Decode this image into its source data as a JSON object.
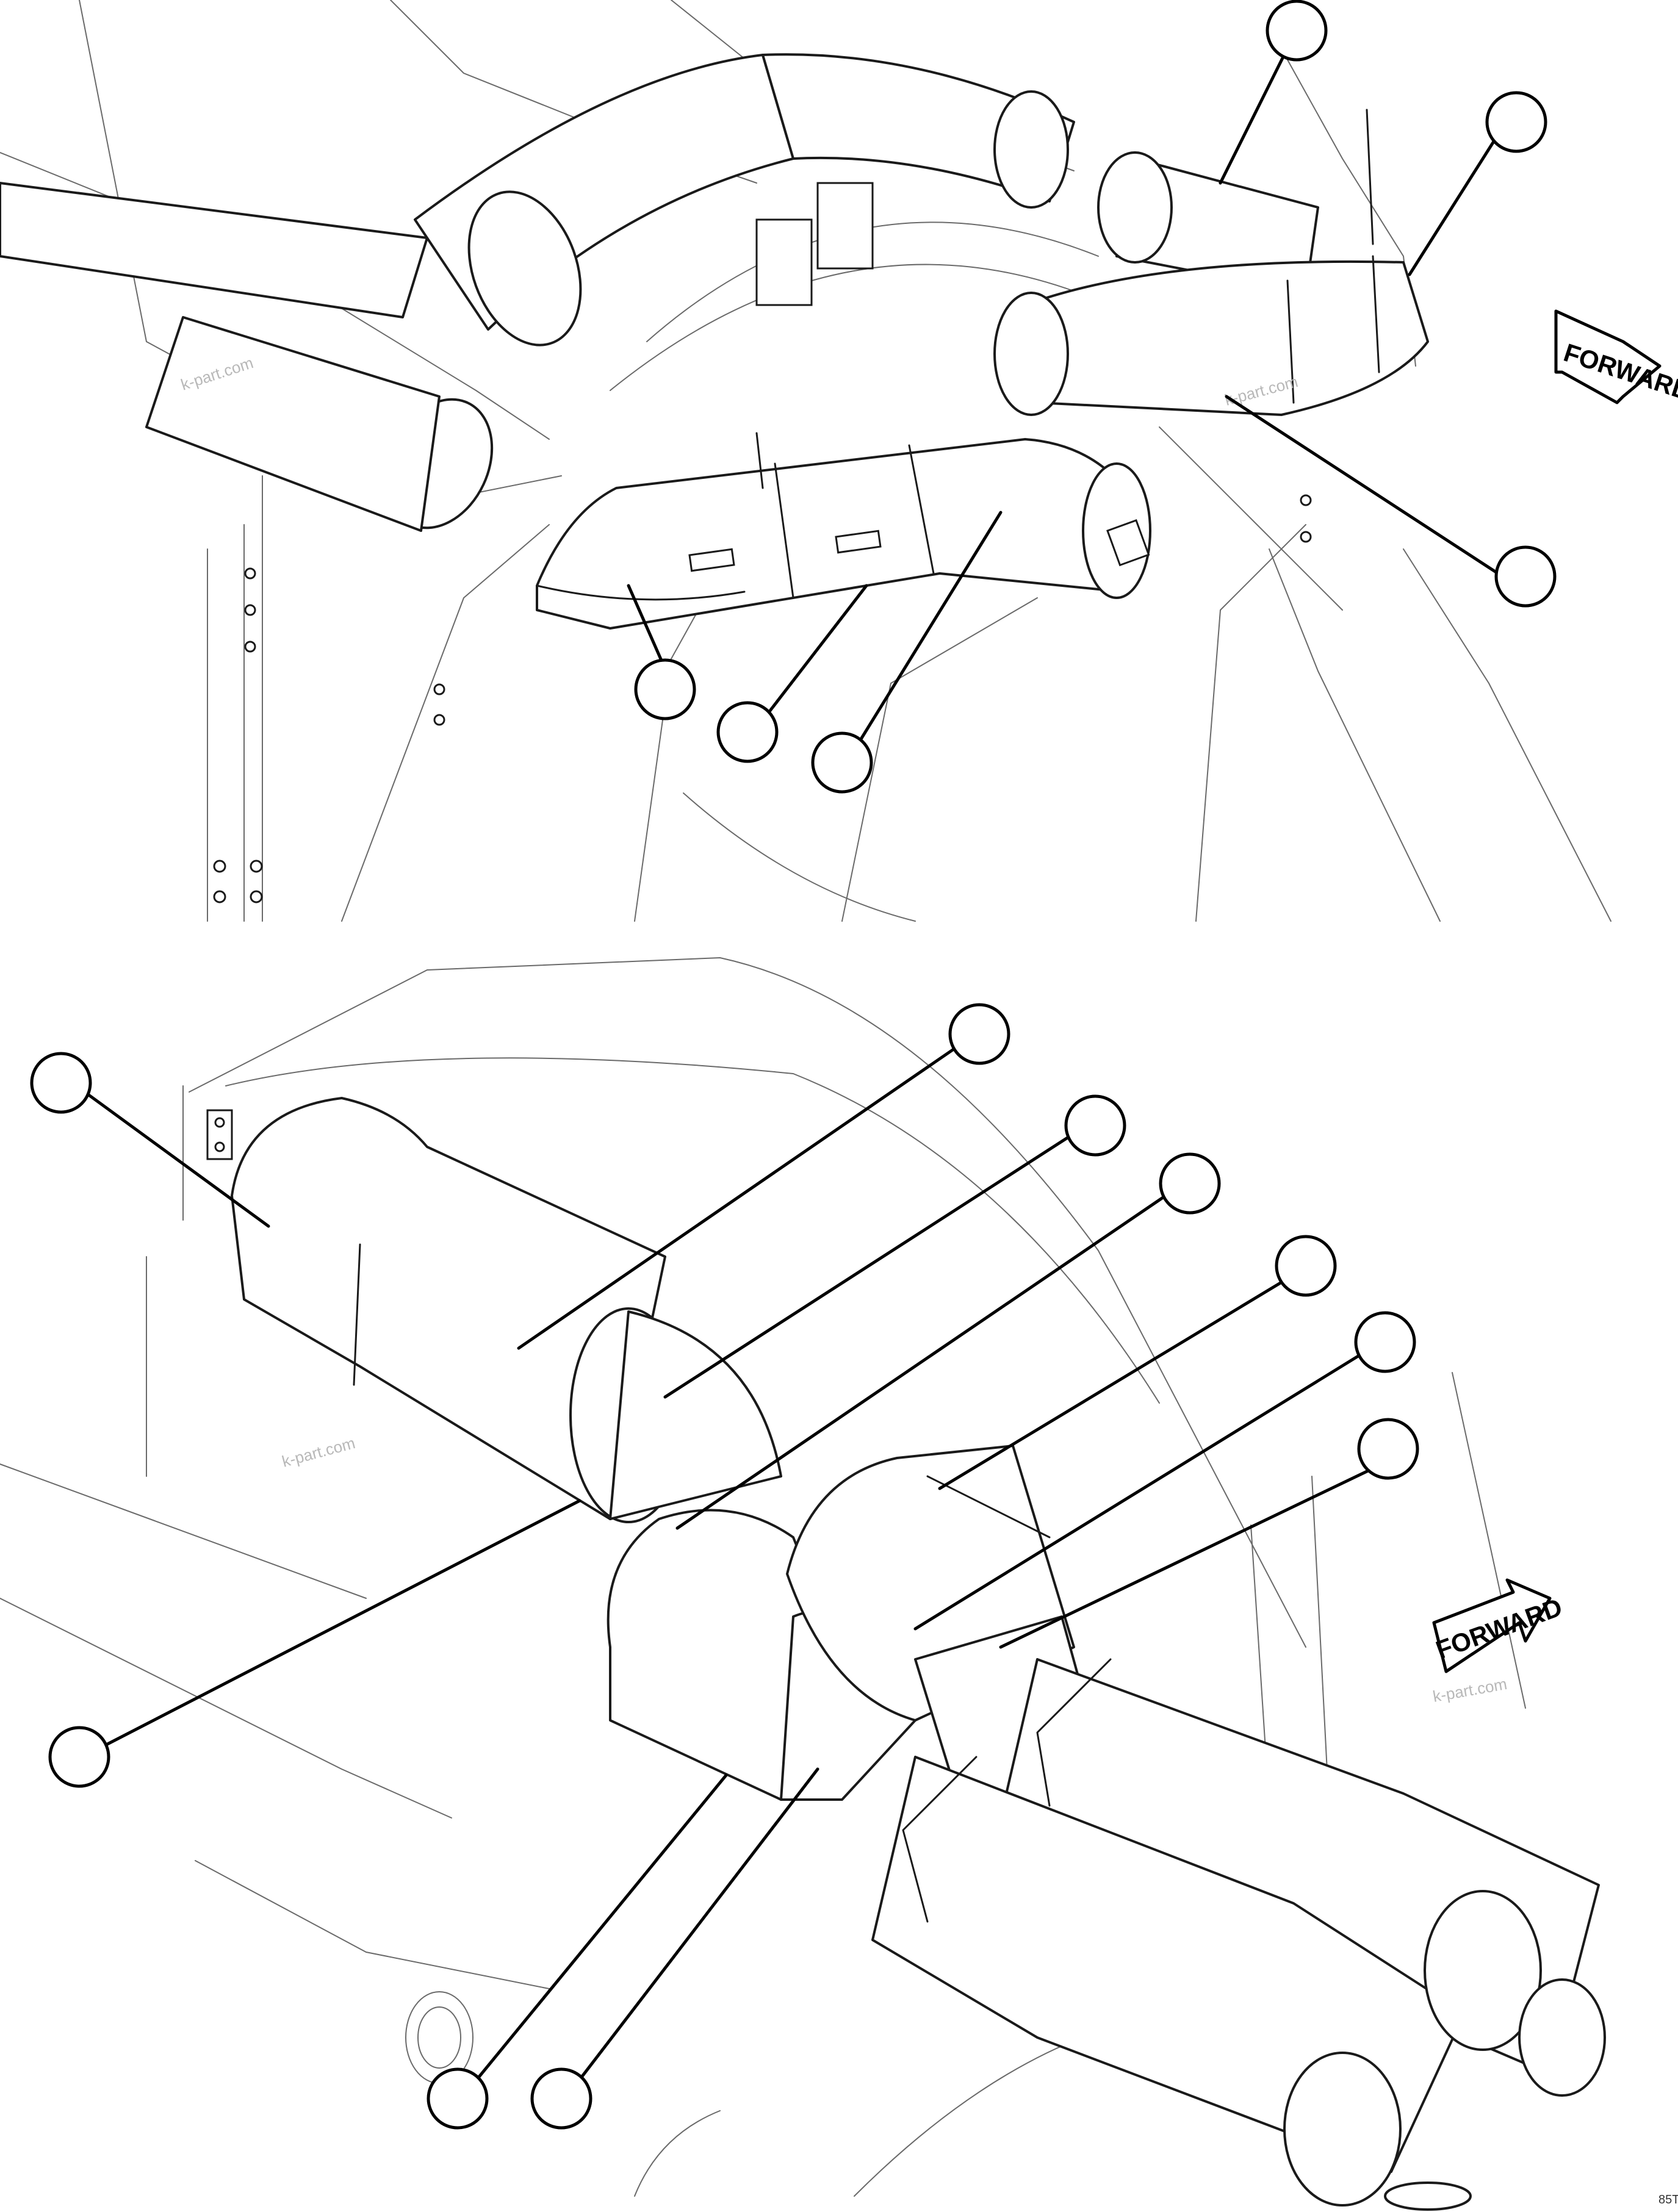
{
  "views": [
    {
      "name": "upper-view",
      "forward_label": "FORWARD",
      "watermarks": [
        "k-part.com",
        "k-part.com"
      ],
      "callout_count": 6
    },
    {
      "name": "lower-view",
      "forward_label": "FORWARD",
      "watermarks": [
        "k-part.com",
        "k-part.com"
      ],
      "callout_count": 10
    }
  ],
  "corner_code": "85T"
}
